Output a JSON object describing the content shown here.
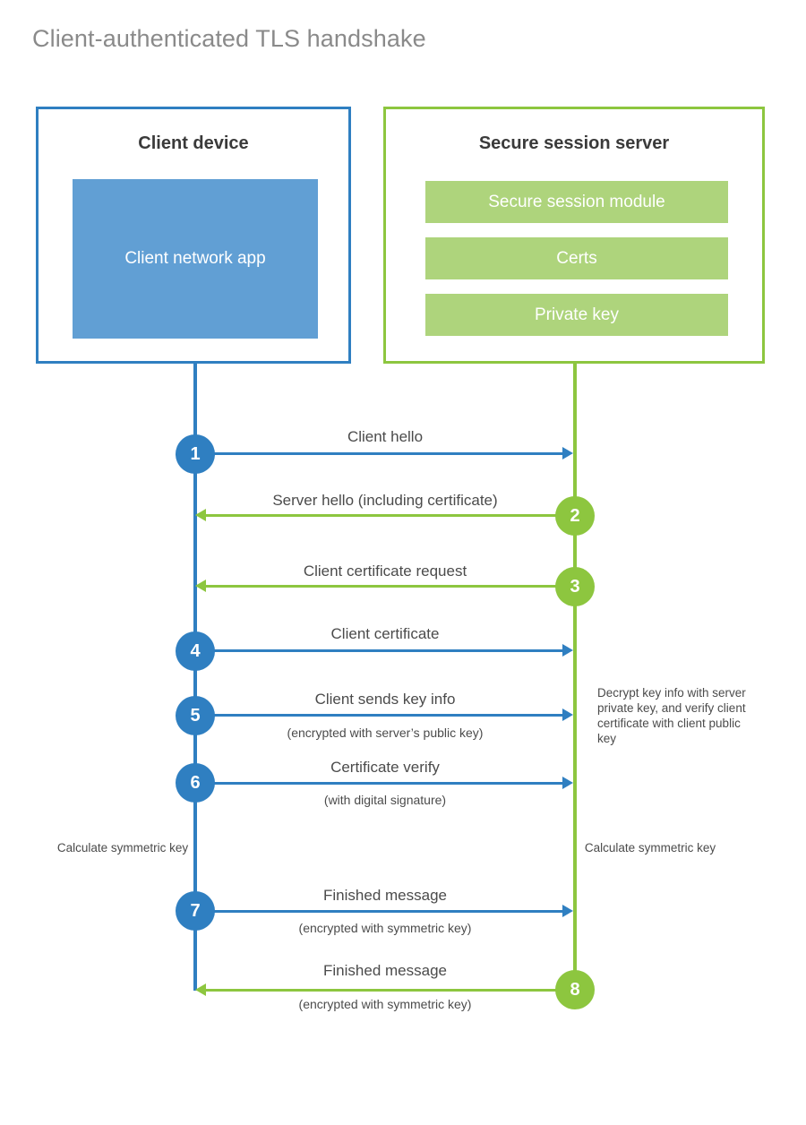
{
  "diagram": {
    "title": "Client-authenticated TLS handshake",
    "colors": {
      "client_blue": "#2f7fc1",
      "client_app_fill": "#619fd4",
      "server_green": "#8dc63f",
      "server_bar_fill": "#aed47c",
      "text_gray": "#4b4b4b",
      "title_gray": "#8a8a8a"
    }
  },
  "client_box": {
    "title": "Client device",
    "app_label": "Client network app"
  },
  "server_box": {
    "title": "Secure session server",
    "modules": [
      "Secure session module",
      "Certs",
      "Private key"
    ]
  },
  "steps": [
    {
      "number": "1",
      "origin": "client",
      "direction": "right",
      "label": "Client hello",
      "sublabel": ""
    },
    {
      "number": "2",
      "origin": "server",
      "direction": "left",
      "label": "Server hello (including certificate)",
      "sublabel": ""
    },
    {
      "number": "3",
      "origin": "server",
      "direction": "left",
      "label": "Client certificate request",
      "sublabel": ""
    },
    {
      "number": "4",
      "origin": "client",
      "direction": "right",
      "label": "Client certificate",
      "sublabel": ""
    },
    {
      "number": "5",
      "origin": "client",
      "direction": "right",
      "label": "Client sends key info",
      "sublabel": "(encrypted with server’s public key)"
    },
    {
      "number": "6",
      "origin": "client",
      "direction": "right",
      "label": "Certificate verify",
      "sublabel": "(with digital signature)"
    },
    {
      "number": "7",
      "origin": "client",
      "direction": "right",
      "label": "Finished message",
      "sublabel": "(encrypted with symmetric key)"
    },
    {
      "number": "8",
      "origin": "server",
      "direction": "left",
      "label": "Finished message",
      "sublabel": "(encrypted with symmetric key)"
    }
  ],
  "notes": {
    "server_decrypt": "Decrypt key info with server private key, and verify client certificate with client public key",
    "client_calculate": "Calculate symmetric key",
    "server_calculate": "Calculate symmetric key"
  }
}
